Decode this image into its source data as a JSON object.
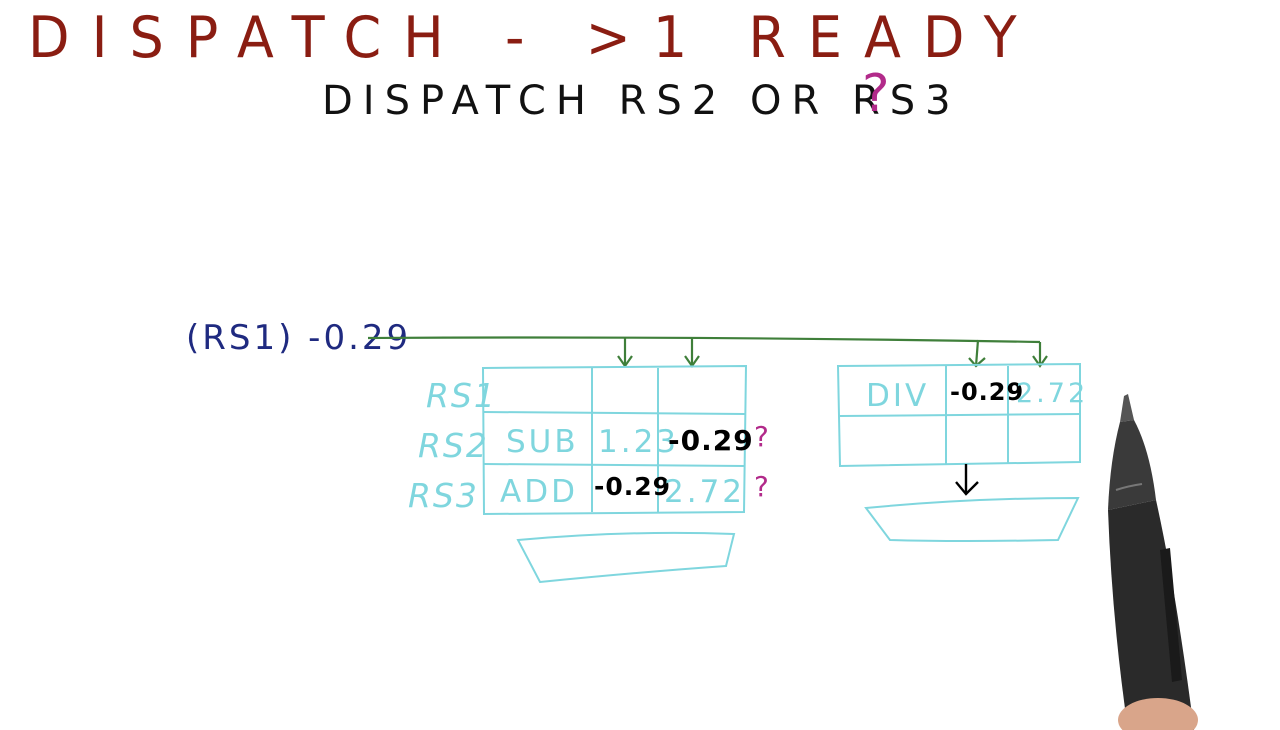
{
  "title": "DISPATCH - >1 READY",
  "subtitle": "DISPATCH RS2 OR RS3",
  "subtitle_question": "?",
  "broadcast": {
    "label": "(RS1) -0.29"
  },
  "left_rs": {
    "row_labels": [
      "RS1",
      "RS2",
      "RS3"
    ],
    "rows": [
      {
        "op": "",
        "src1": "",
        "src2": ""
      },
      {
        "op": "SUB",
        "src1": "1.23",
        "src2": "-0.29",
        "mark": "?"
      },
      {
        "op": "ADD",
        "src1": "-0.29",
        "src2": "2.72",
        "mark": "?"
      }
    ]
  },
  "right_rs": {
    "rows": [
      {
        "op": "DIV",
        "src1": "-0.29",
        "src2": "2.72"
      },
      {
        "op": "",
        "src1": "",
        "src2": ""
      }
    ],
    "dispatch_arrow": "↓"
  },
  "colors": {
    "title": "#8a1d12",
    "cyan": "#7fd6de",
    "bus_green": "#3f7f3a",
    "question": "#b22a8a",
    "label_blue": "#1f2a80"
  },
  "icons": [
    "stylus-pen-icon"
  ]
}
